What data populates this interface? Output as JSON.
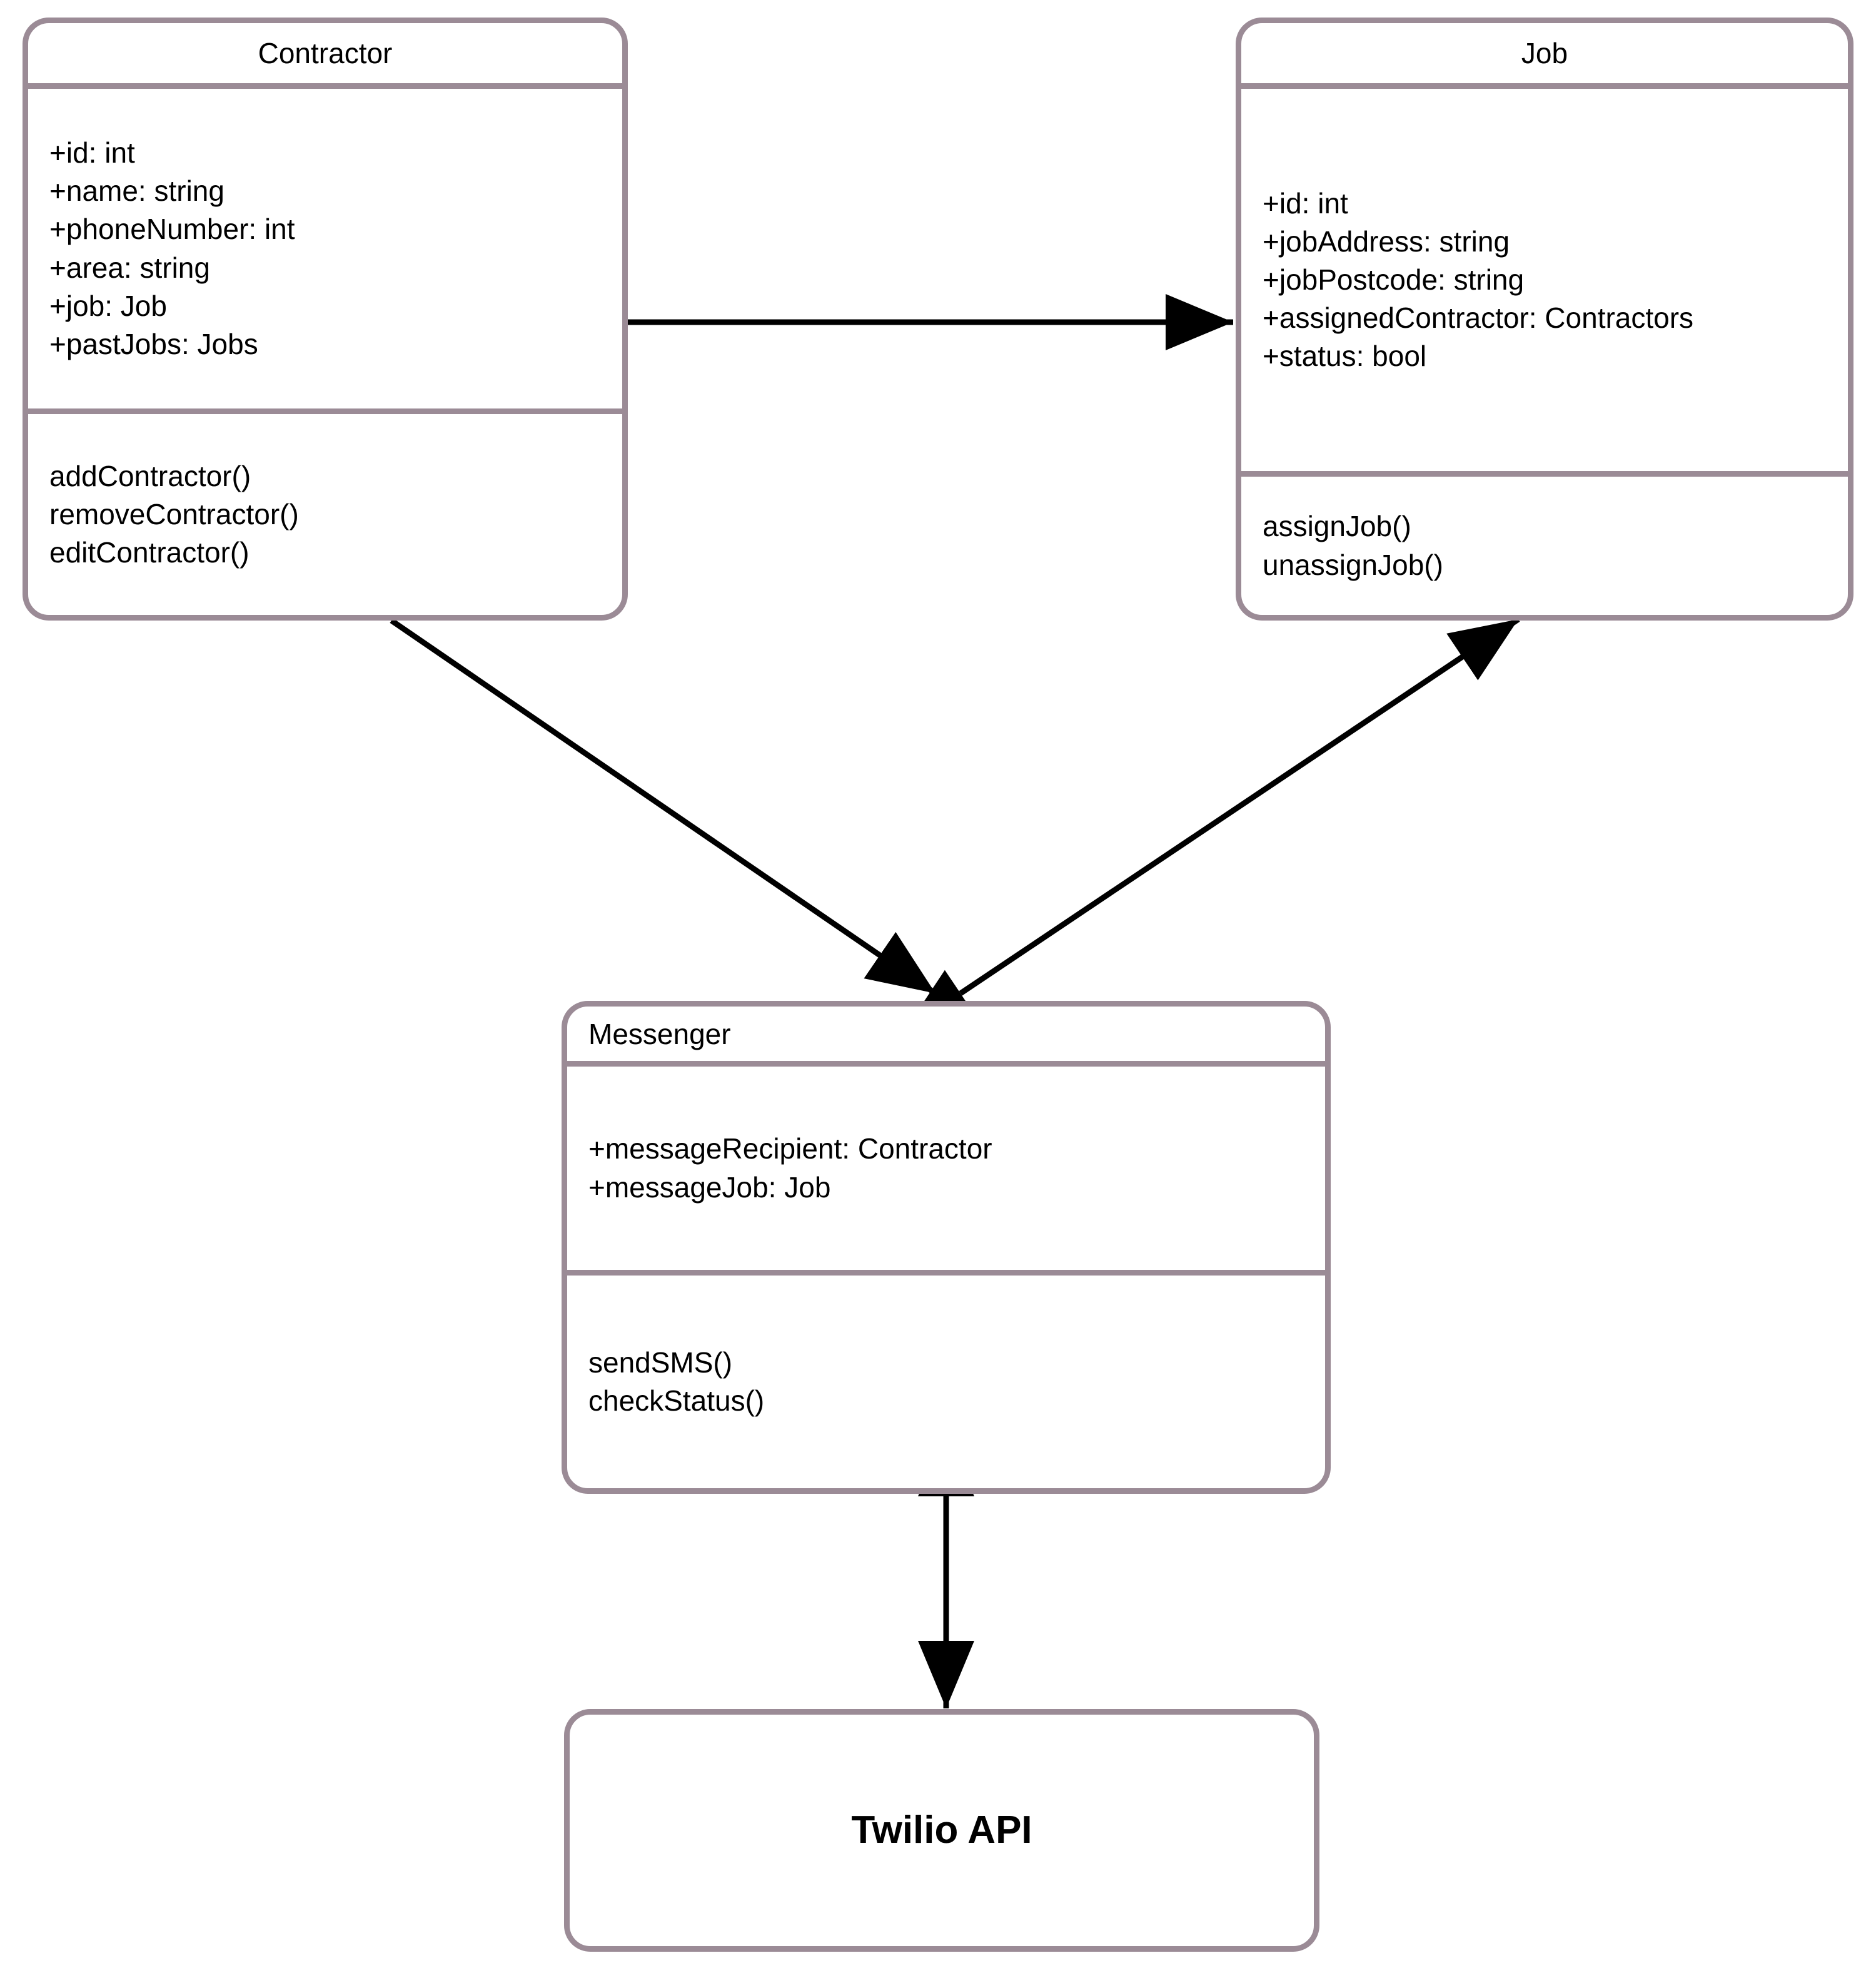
{
  "diagram": {
    "type": "uml-class-diagram",
    "background_color": "#ffffff",
    "box_border_color": "#9b8b96",
    "connector_color": "#000000"
  },
  "classes": {
    "contractor": {
      "name": "Contractor",
      "attributes": [
        "+id: int",
        "+name: string",
        "+phoneNumber: int",
        "+area: string",
        "+job: Job",
        "+pastJobs: Jobs"
      ],
      "methods": [
        "addContractor()",
        "removeContractor()",
        "editContractor()"
      ]
    },
    "job": {
      "name": "Job",
      "attributes": [
        "+id: int",
        "+jobAddress: string",
        "+jobPostcode: string",
        "+assignedContractor: Contractors",
        "+status: bool"
      ],
      "methods": [
        "assignJob()",
        "unassignJob()"
      ]
    },
    "messenger": {
      "name": "Messenger",
      "attributes": [
        "+messageRecipient: Contractor",
        "+messageJob: Job"
      ],
      "methods": [
        "sendSMS()",
        "checkStatus()"
      ]
    },
    "twilio": {
      "name": "Twilio API"
    }
  },
  "connectors": [
    {
      "id": "contractor-job",
      "from": "Contractor",
      "to": "Job",
      "direction": "bidirectional"
    },
    {
      "id": "contractor-messenger",
      "from": "Contractor",
      "to": "Messenger",
      "direction": "unidirectional"
    },
    {
      "id": "job-messenger",
      "from": "Messenger",
      "to": "Job",
      "direction": "bidirectional"
    },
    {
      "id": "messenger-twilio",
      "from": "Messenger",
      "to": "Twilio API",
      "direction": "bidirectional"
    }
  ]
}
